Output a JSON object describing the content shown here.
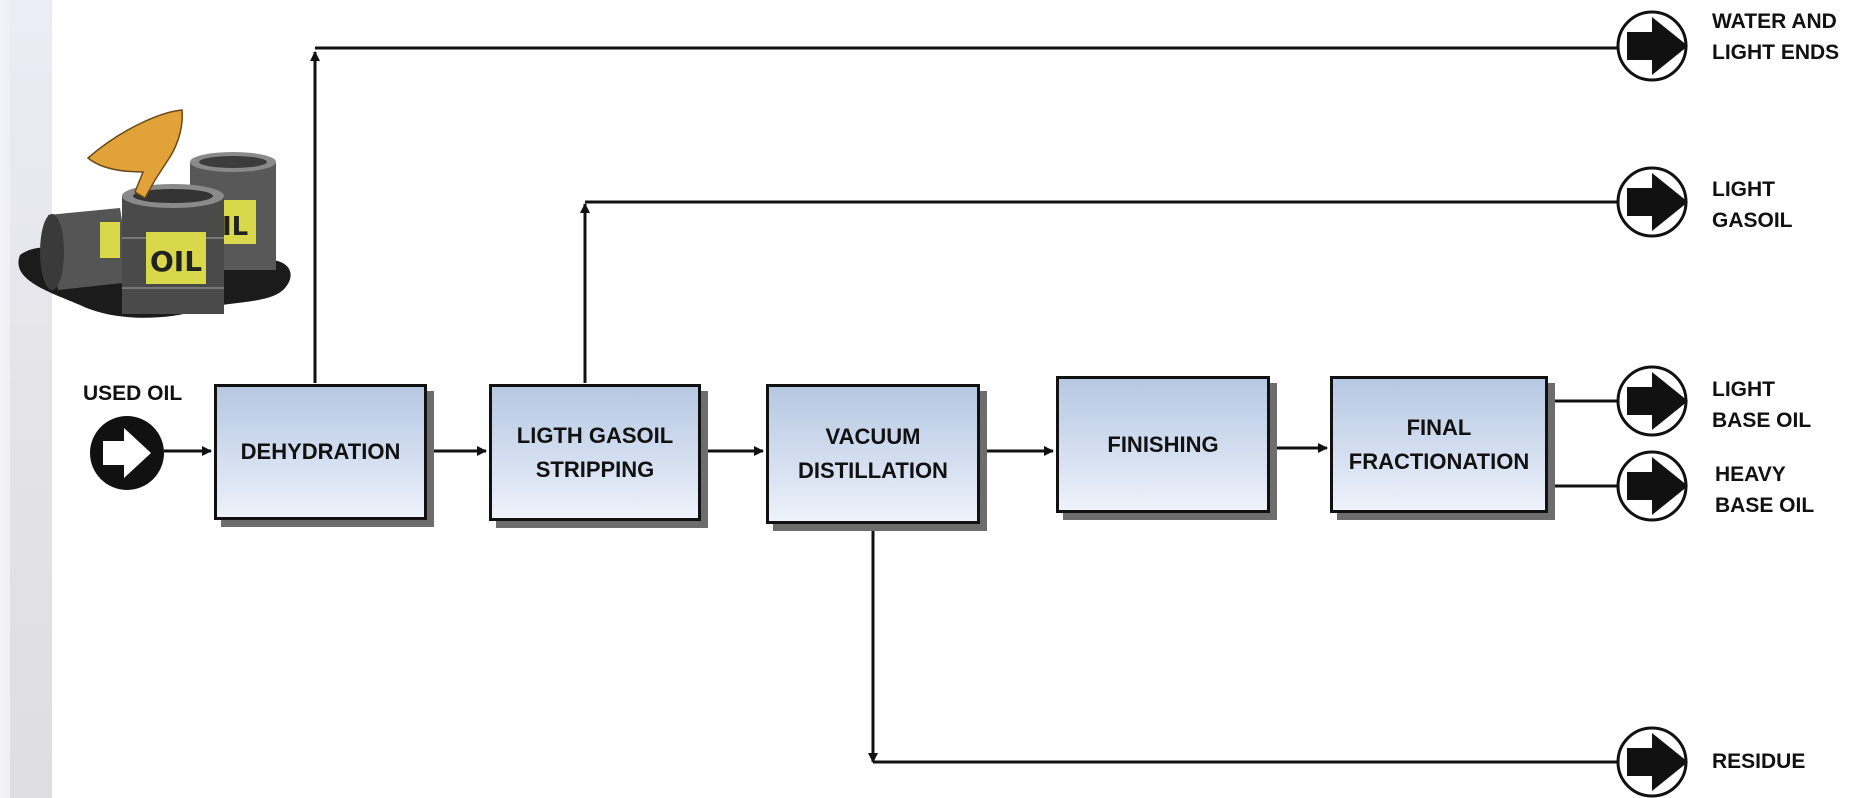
{
  "process_steps": [
    {
      "label": "DEHYDRATION"
    },
    {
      "label": "LIGTH GASOIL\nSTRIPPING"
    },
    {
      "label": "VACUUM\nDISTILLATION"
    },
    {
      "label": "FINISHING"
    },
    {
      "label": "FINAL\nFRACTIONATION"
    }
  ],
  "input": {
    "label": "USED OIL"
  },
  "outputs": [
    {
      "label": "WATER AND\nLIGHT ENDS"
    },
    {
      "label": "LIGHT\nGASOIL"
    },
    {
      "label": "LIGHT\nBASE OIL"
    },
    {
      "label": "HEAVY\nBASE OIL"
    },
    {
      "label": "RESIDUE"
    }
  ],
  "colors": {
    "box_fill_top": "#b7c8e2",
    "box_fill_bottom": "#eef2fa",
    "box_shadow": "#6d6d6d",
    "line": "#111111",
    "barrel_funnel": "#e2a23a",
    "barrel_label": "#d8d84a"
  },
  "icons": [
    "oil-barrels-illustration",
    "input-arrow-icon",
    "output-arrow-icon"
  ]
}
